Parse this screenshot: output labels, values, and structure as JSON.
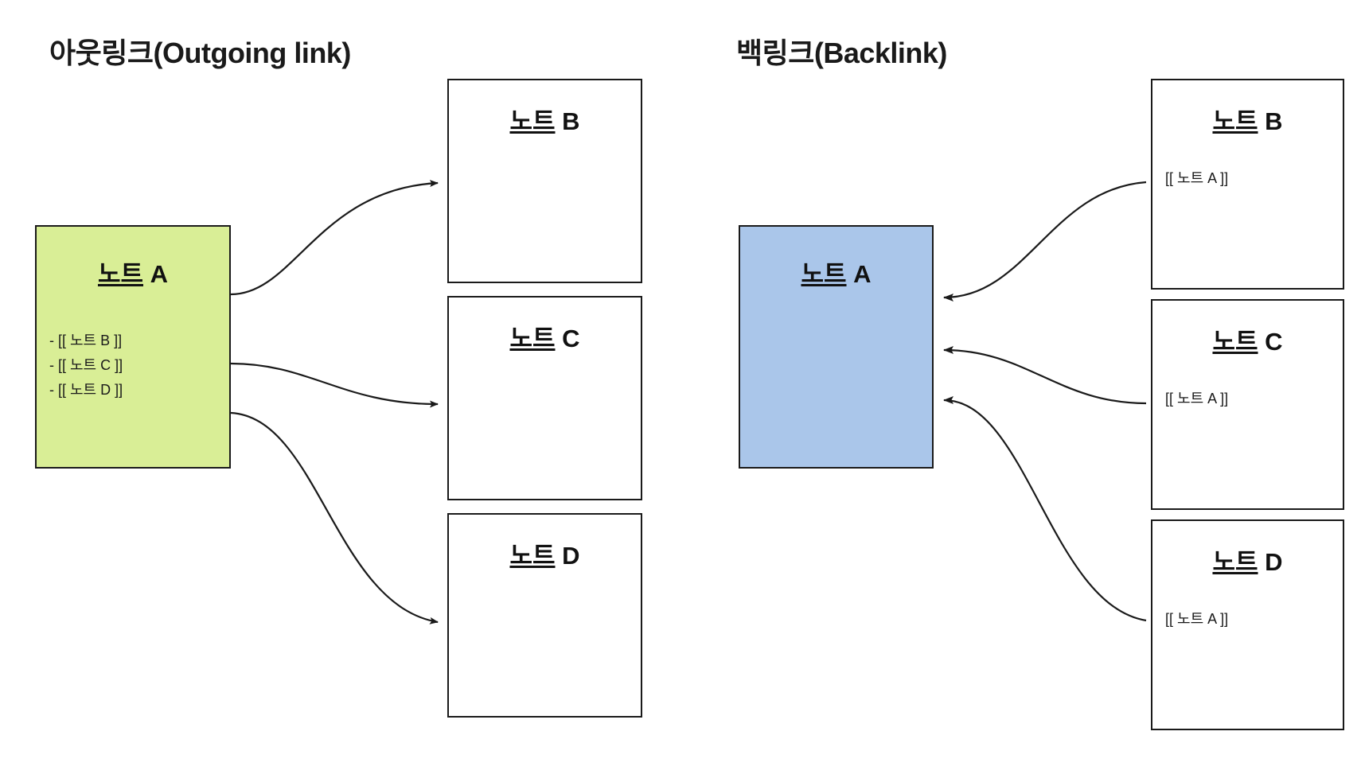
{
  "diagram": {
    "titles": {
      "outgoing": "아웃링크(Outgoing link)",
      "backlink": "백링크(Backlink)"
    },
    "colors": {
      "outgoing_source_fill": "#d9ee96",
      "backlink_target_fill": "#aac6ea",
      "border": "#1a1a1a",
      "background": "#ffffff",
      "edge": "#1a1a1a"
    },
    "outgoing": {
      "source": {
        "title_korean": "노트",
        "title_letter": "A",
        "body_lines": [
          "- [[ 노트 B ]]",
          "- [[ 노트 C ]]",
          "- [[ 노트 D ]]"
        ]
      },
      "targets": [
        {
          "title_korean": "노트",
          "title_letter": "B",
          "body": ""
        },
        {
          "title_korean": "노트",
          "title_letter": "C",
          "body": ""
        },
        {
          "title_korean": "노트",
          "title_letter": "D",
          "body": ""
        }
      ]
    },
    "backlink": {
      "target": {
        "title_korean": "노트",
        "title_letter": "A",
        "body": ""
      },
      "sources": [
        {
          "title_korean": "노트",
          "title_letter": "B",
          "body": "[[ 노트 A ]]"
        },
        {
          "title_korean": "노트",
          "title_letter": "C",
          "body": "[[ 노트 A ]]"
        },
        {
          "title_korean": "노트",
          "title_letter": "D",
          "body": "[[ 노트 A ]]"
        }
      ]
    }
  }
}
